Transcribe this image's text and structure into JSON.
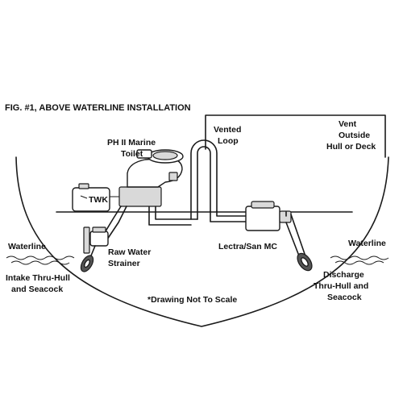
{
  "figure": {
    "title": "FIG. #1,  ABOVE WATERLINE INSTALLATION",
    "note": "*Drawing Not To Scale"
  },
  "labels": {
    "toilet": [
      "PH II Marine",
      "Toilet"
    ],
    "vented_loop": [
      "Vented",
      "Loop"
    ],
    "vent": [
      "Vent",
      "Outside",
      "Hull or Deck"
    ],
    "twk": "TWK",
    "waterline_left": "Waterline",
    "waterline_right": "Waterline",
    "raw_water_strainer": [
      "Raw Water",
      "Strainer"
    ],
    "lectra_san": "Lectra/San MC",
    "intake": [
      "Intake Thru-Hull",
      "and  Seacock"
    ],
    "discharge": [
      "Discharge",
      "Thru-Hull and",
      "Seacock"
    ]
  },
  "colors": {
    "line": "#1a1a1a",
    "background": "#ffffff",
    "component_fill": "#d9d9d9"
  }
}
